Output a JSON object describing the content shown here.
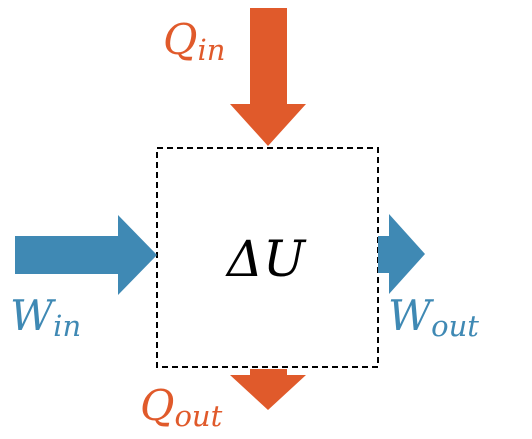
{
  "diagram": {
    "center_label": "ΔU",
    "heat_in": {
      "symbol": "Q",
      "subscript": "in"
    },
    "heat_out": {
      "symbol": "Q",
      "subscript": "out"
    },
    "work_in": {
      "symbol": "W",
      "subscript": "in"
    },
    "work_out": {
      "symbol": "W",
      "subscript": "out"
    }
  },
  "colors": {
    "heat": "#e05a2b",
    "work": "#3f89b4",
    "boundary": "#000000",
    "text": "#000000"
  }
}
